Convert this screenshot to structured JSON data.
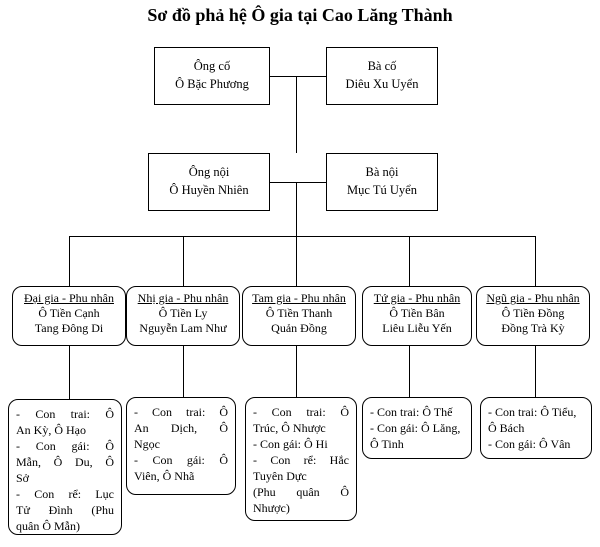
{
  "title": "Sơ đồ phả hệ Ô gia tại Cao Lăng Thành",
  "great_grandparents": {
    "male": {
      "line1": "Ông cố",
      "line2": "Ô Bặc Phương"
    },
    "female": {
      "line1": "Bà cố",
      "line2": "Diêu Xu Uyển"
    }
  },
  "grandparents": {
    "male": {
      "line1": "Ông nội",
      "line2": "Ô Huyền Nhiên"
    },
    "female": {
      "line1": "Bà nội",
      "line2": "Mục Tú Uyển"
    }
  },
  "branches": [
    {
      "head": "Đại gia - Phu nhân",
      "line1": "Ô Tiền Cạnh",
      "line2": "Tang Đông Di",
      "children": [
        "- Con trai: Ô",
        "An Kỳ, Ô Hạo",
        "- Con gái: Ô",
        "Mẫn, Ô Du, Ô",
        "Sở",
        "- Con rể: Lục",
        "Tử Đình (Phu",
        "quân Ô Mẫn)"
      ]
    },
    {
      "head": "Nhị gia - Phu nhân",
      "line1": "Ô Tiền Ly",
      "line2": "Nguyễn Lam Như",
      "children": [
        "- Con trai: Ô",
        "An Dịch, Ô",
        "Ngọc",
        "- Con gái: Ô",
        "Viên, Ô Nhã"
      ]
    },
    {
      "head": "Tam gia - Phu nhân",
      "line1": "Ô Tiền Thanh",
      "line2": "Quản Đồng",
      "children": [
        "- Con trai: Ô",
        "Trúc, Ô Nhược",
        "- Con gái: Ô Hi",
        "- Con rể: Hắc",
        "Tuyên Dực",
        "(Phu quân Ô",
        "Nhược)"
      ]
    },
    {
      "head": "Tứ gia - Phu nhân",
      "line1": "Ô Tiền Bân",
      "line2": "Liêu Liễu Yến",
      "children": [
        "- Con trai: Ô Thế",
        "- Con gái: Ô Lăng,",
        "Ô Tinh"
      ]
    },
    {
      "head": "Ngũ gia - Phu nhân",
      "line1": "Ô Tiền Đồng",
      "line2": "Đồng Trà Kỳ",
      "children": [
        "- Con trai: Ô Tiểu,",
        "Ô Bách",
        "- Con gái: Ô Vân"
      ]
    }
  ]
}
